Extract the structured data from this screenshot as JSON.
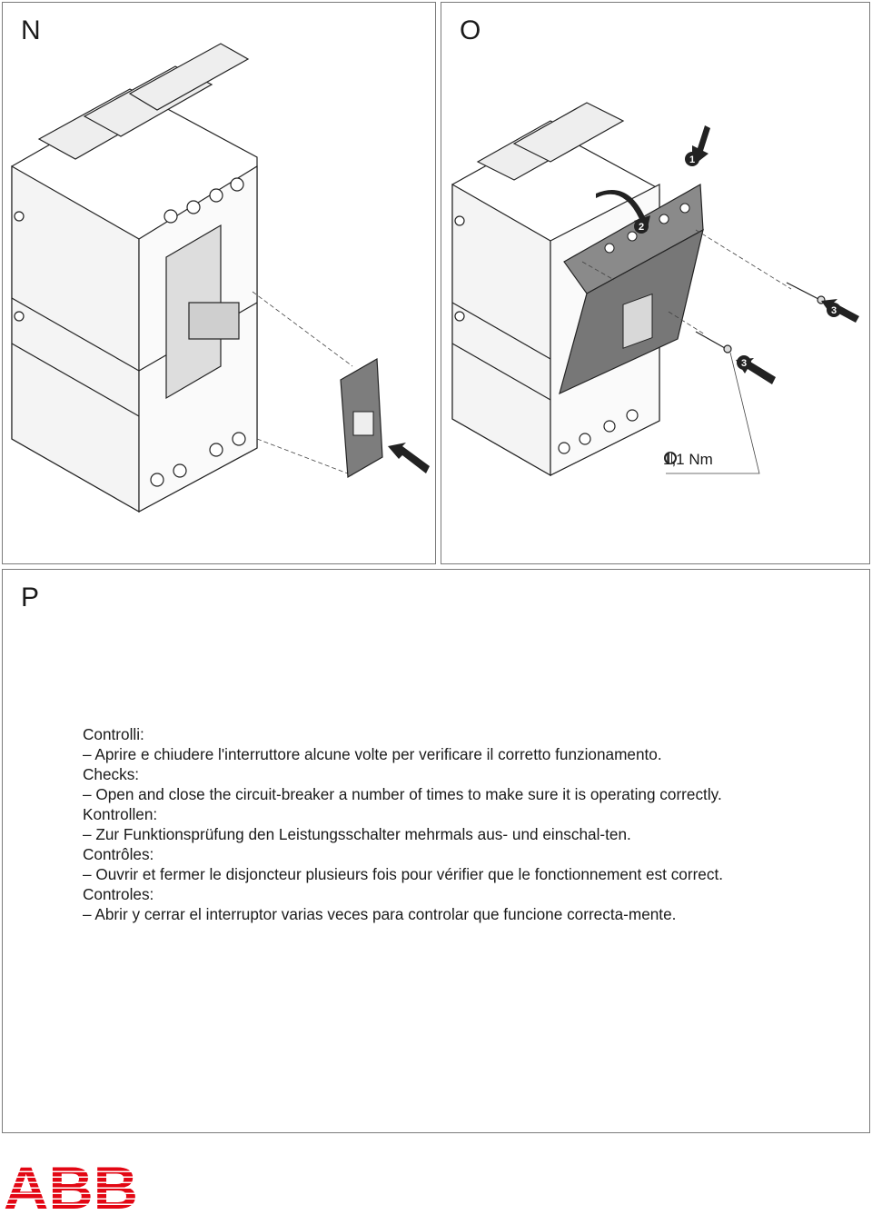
{
  "panels": {
    "n": {
      "letter": "N"
    },
    "o": {
      "letter": "O",
      "torque": "1,1 Nm",
      "steps": [
        "1",
        "2",
        "3",
        "3"
      ]
    },
    "p": {
      "letter": "P"
    }
  },
  "checks": [
    {
      "heading": "Controlli:",
      "item": "– Aprire e chiudere l'interruttore alcune volte per verificare il corretto funzionamento."
    },
    {
      "heading": "Checks:",
      "item": "– Open and close the circuit-breaker a number of times to make sure it is operating correctly."
    },
    {
      "heading": "Kontrollen:",
      "item": "– Zur Funktionsprüfung den Leistungsschalter mehrmals aus- und einschal-ten."
    },
    {
      "heading": "Contrôles:",
      "item": "– Ouvrir et fermer le disjoncteur plusieurs fois pour vérifier que le fonctionnement est correct."
    },
    {
      "heading": "Controles:",
      "item": "– Abrir y cerrar el interruptor varias veces para controlar que funcione correcta-mente."
    }
  ],
  "brand": {
    "logo": "ABB",
    "color": "#e30613"
  }
}
